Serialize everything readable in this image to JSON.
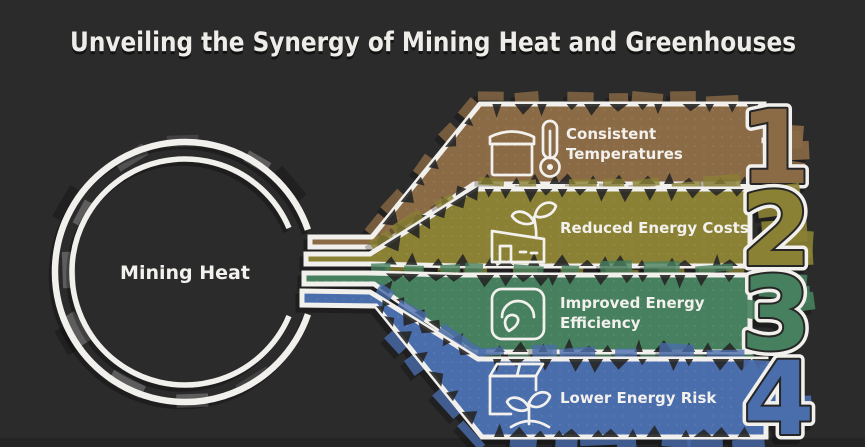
{
  "title": "Unveiling the Synergy of Mining Heat and Greenhouses",
  "hub": {
    "label": "Mining Heat"
  },
  "colors": {
    "background": "#2b2b2b",
    "bottom_strip": "#242424",
    "outline": "#f2f0ec",
    "text": "#f3f1ed"
  },
  "banners": [
    {
      "number": "1",
      "label": "Consistent Temperatures",
      "label_lines": [
        "Consistent",
        "Temperatures"
      ],
      "color": "#8b6a46",
      "icon": "package-thermometer-icon"
    },
    {
      "number": "2",
      "label": "Reduced Energy Costs",
      "label_lines": [
        "Reduced Energy Costs"
      ],
      "color": "#8a8134",
      "icon": "factory-sprout-icon"
    },
    {
      "number": "3",
      "label": "Improved Energy Efficiency",
      "label_lines": [
        "Improved Energy",
        "Efficiency"
      ],
      "color": "#47805e",
      "icon": "gauge-icon"
    },
    {
      "number": "4",
      "label": "Lower Energy Risk",
      "label_lines": [
        "Lower Energy Risk"
      ],
      "color": "#4a6dab",
      "icon": "package-sprout-icon"
    }
  ]
}
